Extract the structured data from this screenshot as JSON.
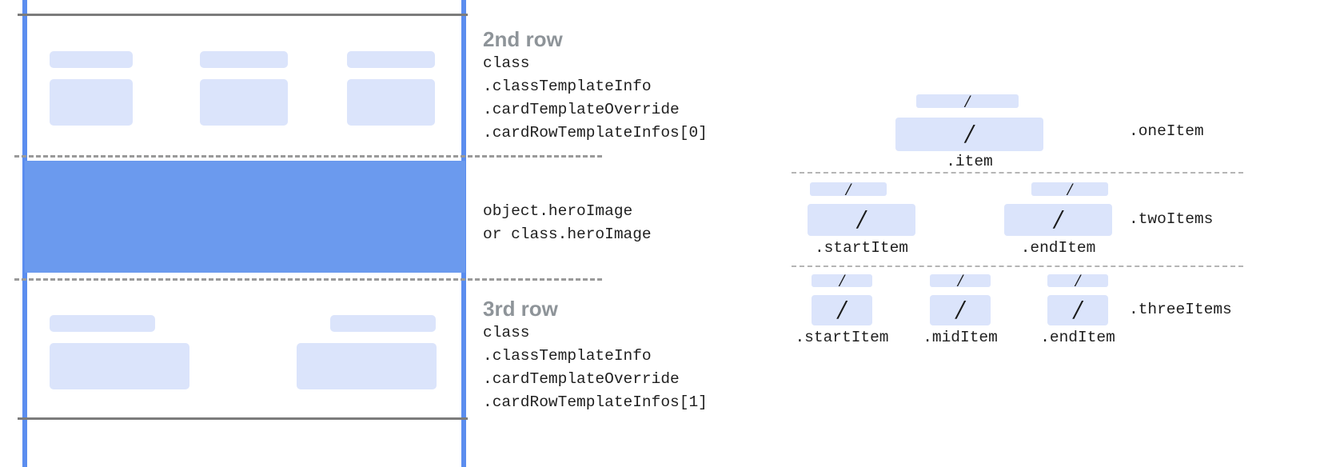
{
  "colors": {
    "rail_blue": "#5b8def",
    "hero_blue": "#6b9aee",
    "placeholder_blue": "#dbe4fb",
    "border_grey": "#7c7c7c",
    "dash_grey": "#9a9a9a",
    "title_grey": "#8e9499",
    "code_black": "#1f1f1f"
  },
  "card": {
    "rows": [
      {
        "id": "second-row",
        "title": "2nd row",
        "code_lines": [
          "class",
          ".classTemplateInfo",
          ".cardTemplateOverride",
          ".cardRowTemplateInfos[0]"
        ],
        "item_count": 3
      },
      {
        "id": "hero-row",
        "title": "",
        "code_lines": [
          "object.heroImage",
          "or class.heroImage"
        ],
        "item_count": 0
      },
      {
        "id": "third-row",
        "title": "3rd row",
        "code_lines": [
          "class",
          ".classTemplateInfo",
          ".cardTemplateOverride",
          ".cardRowTemplateInfos[1]"
        ],
        "item_count": 2
      }
    ]
  },
  "items_diagram": {
    "glyph": "/",
    "groups": [
      {
        "row_label": ".oneItem",
        "items": [
          {
            "label": ".item"
          }
        ]
      },
      {
        "row_label": ".twoItems",
        "items": [
          {
            "label": ".startItem"
          },
          {
            "label": ".endItem"
          }
        ]
      },
      {
        "row_label": ".threeItems",
        "items": [
          {
            "label": ".startItem"
          },
          {
            "label": ".midItem"
          },
          {
            "label": ".endItem"
          }
        ]
      }
    ]
  }
}
